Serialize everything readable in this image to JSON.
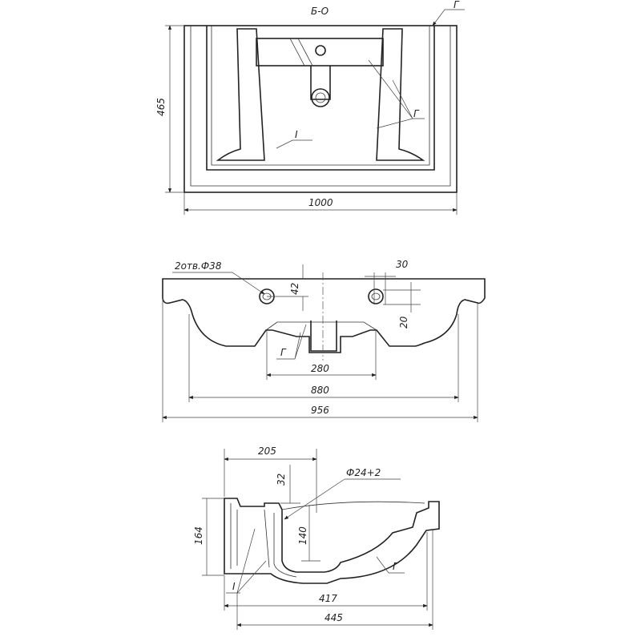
{
  "top_view": {
    "section_mark": "Б-О",
    "leader_g_top": "Г",
    "leader_g_right": "Г",
    "leader_i": "I",
    "dim_depth": "465",
    "dim_width": "1000"
  },
  "front_view": {
    "holes_note": "2отв.Ф38",
    "dim_42": "42",
    "dim_30": "30",
    "dim_20": "20",
    "leader_g": "Г",
    "dim_280": "280",
    "dim_880": "880",
    "dim_956": "956"
  },
  "side_view": {
    "dim_205": "205",
    "dim_32": "32",
    "drain_dia": "Ф24+2",
    "dim_164": "164",
    "dim_140": "140",
    "leader_i": "I",
    "leader_g": "Г",
    "dim_417": "417",
    "dim_445": "445"
  }
}
